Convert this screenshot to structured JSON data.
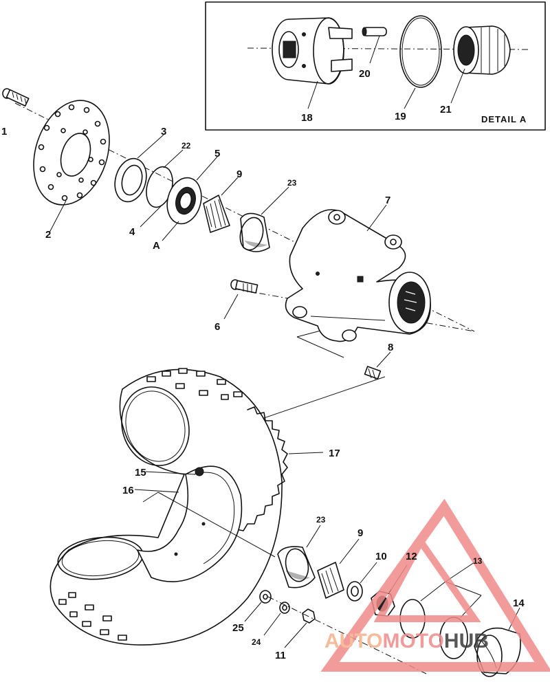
{
  "diagram": {
    "detail_title": "DETAIL A",
    "detail_ref": "A",
    "labels": {
      "p1": "1",
      "p2": "2",
      "p3": "3",
      "p4": "4",
      "p5": "5",
      "p6": "6",
      "p7": "7",
      "p8": "8",
      "p9a": "9",
      "p9b": "9",
      "p10": "10",
      "p11": "11",
      "p12": "12",
      "p13": "13",
      "p14": "14",
      "p15": "15",
      "p16": "16",
      "p17": "17",
      "p18": "18",
      "p19": "19",
      "p20": "20",
      "p21": "21",
      "p22": "22",
      "p23a": "23",
      "p23b": "23",
      "p24": "24",
      "p25": "25"
    }
  },
  "watermark": {
    "part1": "AUTO",
    "part2": "MOTO",
    "part3": "HUB",
    "color_primary": "#f08a8a",
    "color_accent": "#f5b08a",
    "color_dark": "#3a3a3a"
  }
}
